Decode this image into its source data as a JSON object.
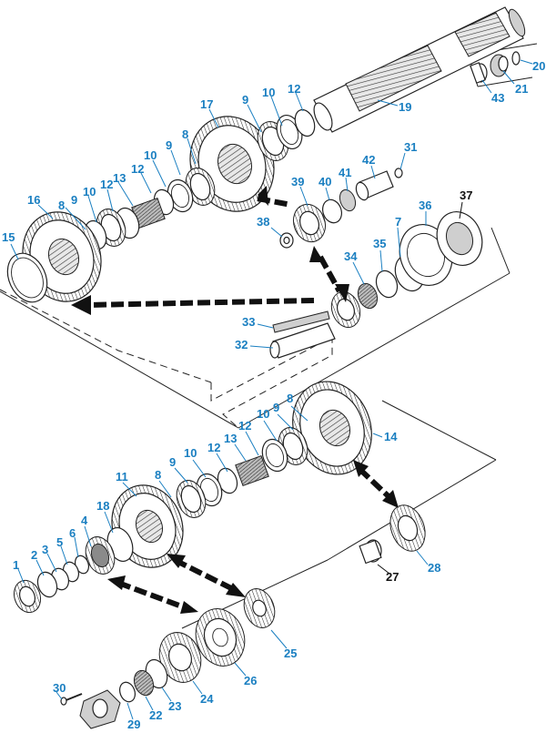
{
  "callouts": [
    {
      "id": "c20",
      "text": "20",
      "style": "blue"
    },
    {
      "id": "c21",
      "text": "21",
      "style": "blue"
    },
    {
      "id": "c43",
      "text": "43",
      "style": "blue"
    },
    {
      "id": "c19",
      "text": "19",
      "style": "blue"
    },
    {
      "id": "c12a",
      "text": "12",
      "style": "blue"
    },
    {
      "id": "c10a",
      "text": "10",
      "style": "blue"
    },
    {
      "id": "c9a",
      "text": "9",
      "style": "blue"
    },
    {
      "id": "c17",
      "text": "17",
      "style": "blue"
    },
    {
      "id": "c8a",
      "text": "8",
      "style": "blue"
    },
    {
      "id": "c9b",
      "text": "9",
      "style": "blue"
    },
    {
      "id": "c10b",
      "text": "10",
      "style": "blue"
    },
    {
      "id": "c12b",
      "text": "12",
      "style": "blue"
    },
    {
      "id": "c13a",
      "text": "13",
      "style": "blue"
    },
    {
      "id": "c10c",
      "text": "10",
      "style": "blue"
    },
    {
      "id": "c12c",
      "text": "12",
      "style": "blue"
    },
    {
      "id": "c9c",
      "text": "9",
      "style": "blue"
    },
    {
      "id": "c8b",
      "text": "8",
      "style": "blue"
    },
    {
      "id": "c16",
      "text": "16",
      "style": "blue"
    },
    {
      "id": "c15",
      "text": "15",
      "style": "blue"
    },
    {
      "id": "c31",
      "text": "31",
      "style": "blue"
    },
    {
      "id": "c42",
      "text": "42",
      "style": "blue"
    },
    {
      "id": "c41",
      "text": "41",
      "style": "blue"
    },
    {
      "id": "c40",
      "text": "40",
      "style": "blue"
    },
    {
      "id": "c39",
      "text": "39",
      "style": "blue"
    },
    {
      "id": "c38",
      "text": "38",
      "style": "blue"
    },
    {
      "id": "c37",
      "text": "37",
      "style": "black"
    },
    {
      "id": "c36",
      "text": "36",
      "style": "blue"
    },
    {
      "id": "c7",
      "text": "7",
      "style": "blue"
    },
    {
      "id": "c35",
      "text": "35",
      "style": "blue"
    },
    {
      "id": "c34",
      "text": "34",
      "style": "blue"
    },
    {
      "id": "c33",
      "text": "33",
      "style": "blue"
    },
    {
      "id": "c32",
      "text": "32",
      "style": "blue"
    },
    {
      "id": "c8c",
      "text": "8",
      "style": "blue"
    },
    {
      "id": "c9d",
      "text": "9",
      "style": "blue"
    },
    {
      "id": "c10d",
      "text": "10",
      "style": "blue"
    },
    {
      "id": "c12d",
      "text": "12",
      "style": "blue"
    },
    {
      "id": "c14",
      "text": "14",
      "style": "blue"
    },
    {
      "id": "c13b",
      "text": "13",
      "style": "blue"
    },
    {
      "id": "c12e",
      "text": "12",
      "style": "blue"
    },
    {
      "id": "c10e",
      "text": "10",
      "style": "blue"
    },
    {
      "id": "c9e",
      "text": "9",
      "style": "blue"
    },
    {
      "id": "c11",
      "text": "11",
      "style": "blue"
    },
    {
      "id": "c8d",
      "text": "8",
      "style": "blue"
    },
    {
      "id": "c18",
      "text": "18",
      "style": "blue"
    },
    {
      "id": "c4",
      "text": "4",
      "style": "blue"
    },
    {
      "id": "c6",
      "text": "6",
      "style": "blue"
    },
    {
      "id": "c5",
      "text": "5",
      "style": "blue"
    },
    {
      "id": "c3",
      "text": "3",
      "style": "blue"
    },
    {
      "id": "c2",
      "text": "2",
      "style": "blue"
    },
    {
      "id": "c1",
      "text": "1",
      "style": "blue"
    },
    {
      "id": "c27",
      "text": "27",
      "style": "black"
    },
    {
      "id": "c28",
      "text": "28",
      "style": "blue"
    },
    {
      "id": "c25",
      "text": "25",
      "style": "blue"
    },
    {
      "id": "c26",
      "text": "26",
      "style": "blue"
    },
    {
      "id": "c24",
      "text": "24",
      "style": "blue"
    },
    {
      "id": "c23",
      "text": "23",
      "style": "blue"
    },
    {
      "id": "c22",
      "text": "22",
      "style": "blue"
    },
    {
      "id": "c29",
      "text": "29",
      "style": "blue"
    },
    {
      "id": "c30",
      "text": "30",
      "style": "blue"
    }
  ],
  "colors": {
    "callout_blue": "#1a7fc1",
    "callout_black": "#111111",
    "line_ink": "#222222",
    "background": "#ffffff"
  }
}
